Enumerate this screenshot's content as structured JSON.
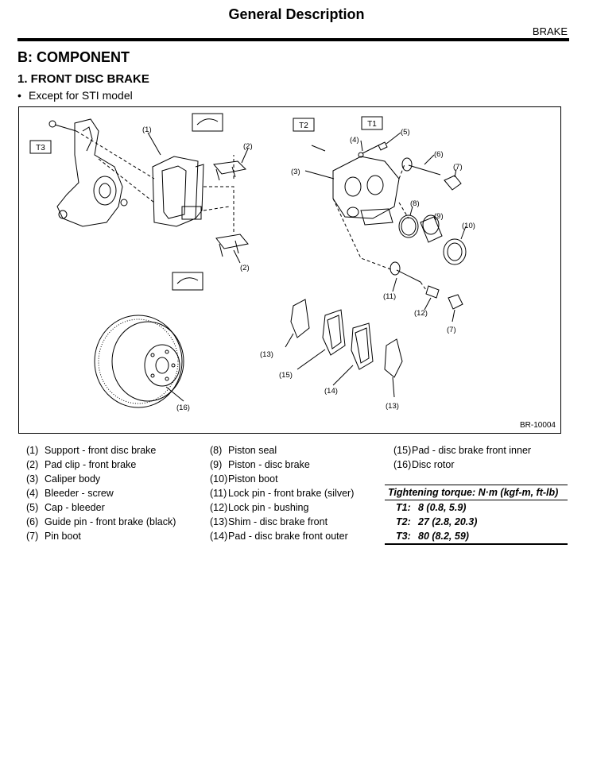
{
  "header": {
    "title": "General Description",
    "section": "BRAKE"
  },
  "headings": {
    "component": "B:  COMPONENT",
    "subsection": "1.  FRONT DISC BRAKE",
    "note": "Except for STI model"
  },
  "figure": {
    "code": "BR-10004",
    "labels": [
      "(1)",
      "(2)",
      "(3)",
      "(4)",
      "(5)",
      "(6)",
      "(7)",
      "(8)",
      "(9)",
      "(10)",
      "(11)",
      "(12)",
      "(13)",
      "(14)",
      "(15)",
      "(16)"
    ],
    "torque_tags": [
      "T1",
      "T2",
      "T3"
    ]
  },
  "legend": {
    "col1": [
      {
        "num": "(1)",
        "text": "Support - front disc brake"
      },
      {
        "num": "(2)",
        "text": "Pad clip - front brake"
      },
      {
        "num": "(3)",
        "text": "Caliper body"
      },
      {
        "num": "(4)",
        "text": "Bleeder - screw"
      },
      {
        "num": "(5)",
        "text": "Cap - bleeder"
      },
      {
        "num": "(6)",
        "text": "Guide pin - front brake (black)"
      },
      {
        "num": "(7)",
        "text": "Pin boot"
      }
    ],
    "col2": [
      {
        "num": "(8)",
        "text": "Piston seal"
      },
      {
        "num": "(9)",
        "text": "Piston - disc brake"
      },
      {
        "num": "(10)",
        "text": "Piston boot"
      },
      {
        "num": "(11)",
        "text": "Lock pin - front brake (silver)"
      },
      {
        "num": "(12)",
        "text": "Lock pin - bushing"
      },
      {
        "num": "(13)",
        "text": "Shim - disc brake front"
      },
      {
        "num": "(14)",
        "text": "Pad - disc brake front outer"
      }
    ],
    "col3": [
      {
        "num": "(15)",
        "text": "Pad - disc brake front inner"
      },
      {
        "num": "(16)",
        "text": "Disc rotor"
      }
    ]
  },
  "torque": {
    "heading": "Tightening torque: N·m (kgf-m, ft-lb)",
    "rows": [
      {
        "key": "T1:",
        "value": "8 (0.8, 5.9)"
      },
      {
        "key": "T2:",
        "value": "27 (2.8, 20.3)"
      },
      {
        "key": "T3:",
        "value": "80 (8.2, 59)"
      }
    ]
  }
}
